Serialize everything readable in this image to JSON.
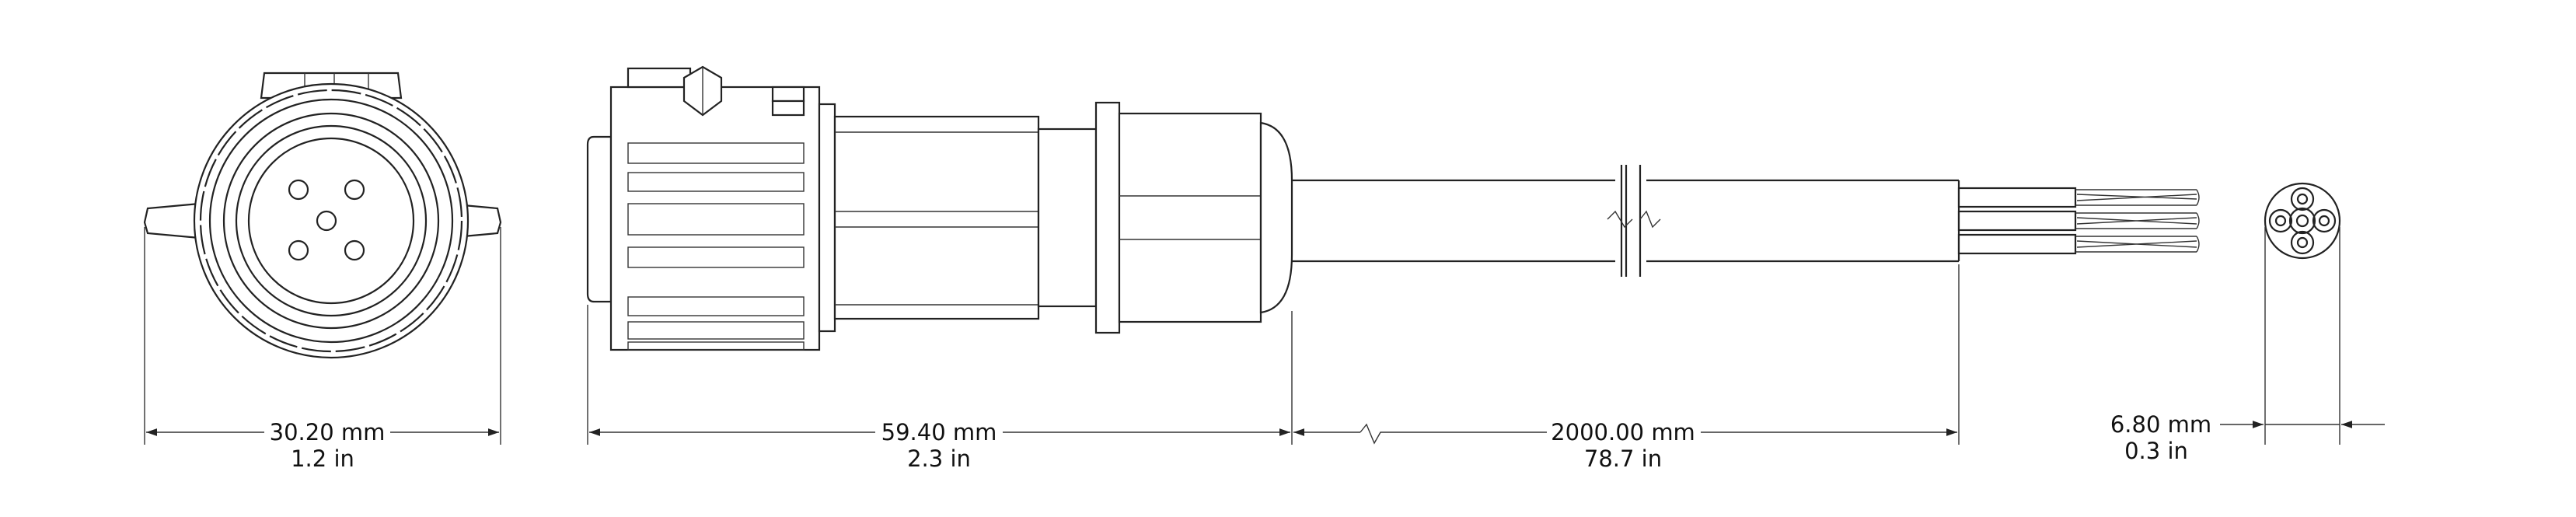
{
  "dimensions": {
    "front_width": {
      "mm": "30.20 mm",
      "in": "1.2 in"
    },
    "connector_length": {
      "mm": "59.40 mm",
      "in": "2.3 in"
    },
    "cable_length": {
      "mm": "2000.00 mm",
      "in": "78.7 in"
    },
    "cable_diameter": {
      "mm": "6.80 mm",
      "in": "0.3 in"
    }
  }
}
